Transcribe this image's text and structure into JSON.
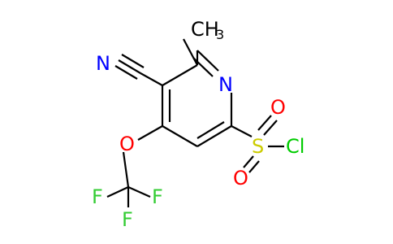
{
  "molecule": {
    "atoms": {
      "nitrile_n": "N",
      "ring_n": "N",
      "methyl_c": "CH",
      "methyl_sub": "3",
      "ether_o": "O",
      "sulfur": "S",
      "sulfonyl_o_top": "O",
      "sulfonyl_o_bottom": "O",
      "chlorine": "Cl",
      "fluorine_left": "F",
      "fluorine_right": "F",
      "fluorine_bottom": "F"
    },
    "colors": {
      "bond": "#000000",
      "nitrogen": "#0000ff",
      "oxygen": "#ff0000",
      "sulfur": "#cccc00",
      "chlorine": "#00cc00",
      "fluorine": "#33cc33",
      "carbon": "#000000"
    }
  }
}
